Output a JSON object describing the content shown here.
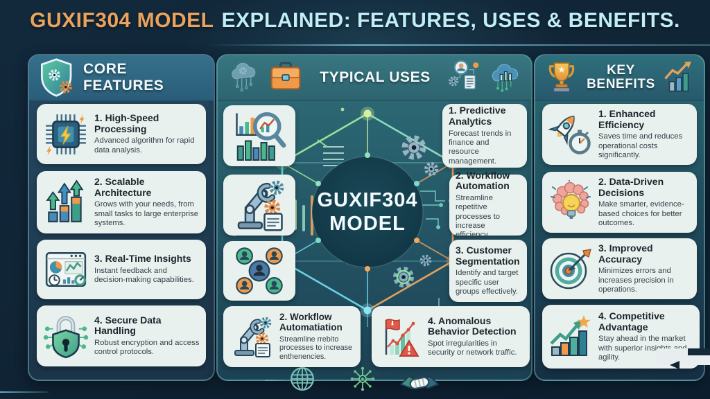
{
  "title": {
    "model": "GUXIF304 MODEL",
    "rest": "EXPLAINED: FEATURES, USES & BENEFITS."
  },
  "center_model": {
    "line1": "GUXIF304",
    "line2": "MODEL"
  },
  "core_features": {
    "header": "CORE FEATURES",
    "header_icon": "shield-gear-icon",
    "items": [
      {
        "icon": "chip-lightning-icon",
        "title": "1. High-Speed Processing",
        "desc": "Advanced algorithm for rapid data analysis."
      },
      {
        "icon": "growth-arrows-icon",
        "title": "2. Scalable Architecture",
        "desc": "Grows with your needs, from small tasks to large enterprise systems."
      },
      {
        "icon": "dashboard-icon",
        "title": "3. Real-Time Insights",
        "desc": "Instant feedback and decision-making capabilities."
      },
      {
        "icon": "secure-lock-icon",
        "title": "4. Secure Data Handling",
        "desc": "Robust encryption and access control protocols."
      }
    ]
  },
  "typical_uses": {
    "header": "TYPICAL USES",
    "header_icons": [
      "cloud-circuit-icon",
      "briefcase-icon",
      "user-gear-doc-icon",
      "cloud-chart-icon"
    ],
    "side_icons": [
      "chart-magnifier-icon",
      "robot-arm-icon",
      "people-network-icon"
    ],
    "items": [
      {
        "title": "1. Predictive Analytics",
        "desc": "Forecast trends in finance and resource management."
      },
      {
        "title": "2. Workflow Automation",
        "desc": "Streamline repetitive processes to increase efficiency."
      },
      {
        "title": "3. Customer Segmentation",
        "desc": "Identify and target specific user groups effectively."
      },
      {
        "icon": "anomaly-chart-icon",
        "title": "4. Anomalous Behavior Detection",
        "desc": "Spot irregularities in security or network traffic."
      }
    ],
    "bottom_item": {
      "icon": "robot-arm-icon",
      "title": "2. Workflow Automatiation",
      "desc": "Streamline rrebito processes to increase enthenencies."
    }
  },
  "key_benefits": {
    "header": "KEY BENEFITS",
    "header_icons": [
      "trophy-icon",
      "chart-arrow-icon"
    ],
    "items": [
      {
        "icon": "rocket-stopwatch-icon",
        "title": "1. Enhanced Efficiency",
        "desc": "Saves time and reduces operational costs significantly."
      },
      {
        "icon": "brain-bulb-icon",
        "title": "2. Data-Driven Decisions",
        "desc": "Make smarter, evidence-based choices for better outcomes."
      },
      {
        "icon": "target-arrow-icon",
        "title": "3. Improved Accuracy",
        "desc": "Minimizes errors and increases precision in operations."
      },
      {
        "icon": "growth-chart-star-icon",
        "title": "4. Competitive Advantage",
        "desc": "Stay ahead in the market with superior insights and agility."
      }
    ]
  },
  "footer_icons": [
    "globe-icon",
    "network-hub-icon",
    "handshake-icon"
  ],
  "colors": {
    "background": "#102536",
    "accent_orange": "#eba25c",
    "accent_cyan": "#bfeef6",
    "panel_teal": "#2e6e78",
    "panel_navy": "#1b3448",
    "card_bg": "#e9f1ee",
    "node_orange": "#f0a860",
    "node_cyan": "#6fd8ea",
    "node_green": "#9fe89c"
  }
}
